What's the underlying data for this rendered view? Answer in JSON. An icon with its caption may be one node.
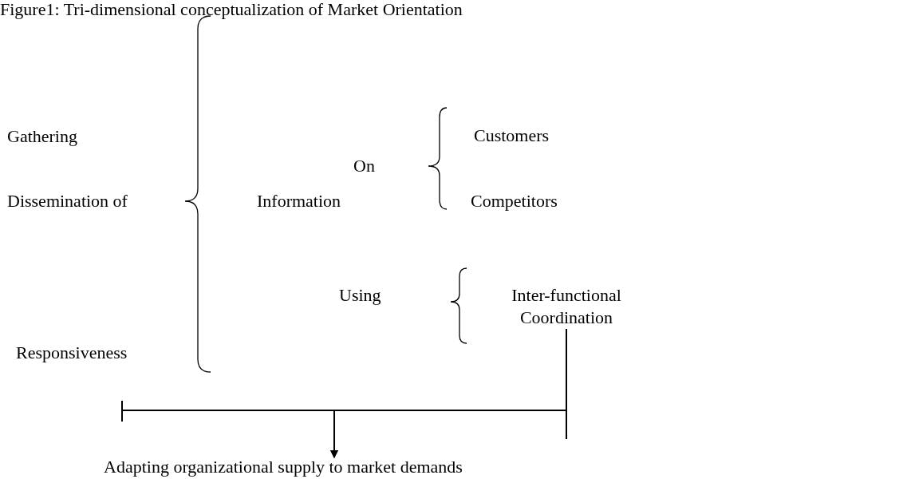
{
  "diagram": {
    "title": "Figure1: Tri-dimensional conceptualization of Market Orientation",
    "nodes": [
      {
        "text": [
          "Inter-functional Coordination"
        ]
      },
      {
        "text": [
          "Adapting organizational supply to market demands"
        ]
      }
    ],
    "edges": [
      {
        "from": 0,
        "to": 1,
        "arrow": "to"
      },
      {
        "from": null,
        "to": 1,
        "arrow": "to"
      }
    ],
    "labels": [
      "Gathering",
      "Customers",
      "On",
      "Dissemination of",
      "Information",
      "Competitors",
      "Using",
      "Responsiveness"
    ]
  }
}
